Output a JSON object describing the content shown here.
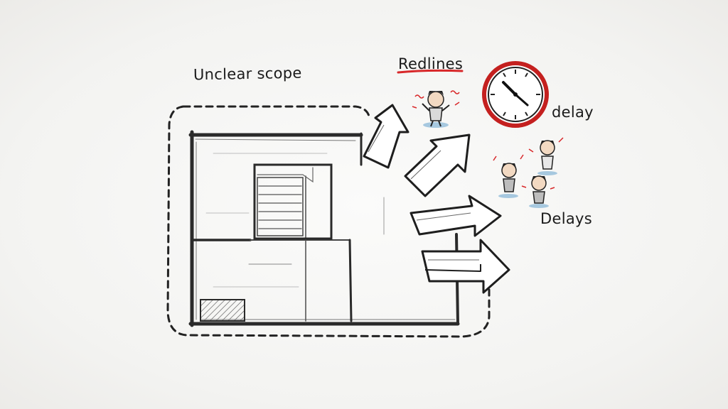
{
  "labels": {
    "unclear_scope": "Unclear scope",
    "redlines": "Redlines",
    "delay": "delay",
    "delays": "Delays"
  },
  "colors": {
    "ink": "#1b1b1b",
    "pencil": "#3a3a3a",
    "red_accent": "#d8282a",
    "paper": "#f5f5f3"
  },
  "icons": [
    "floor-plan-sketch",
    "scope-boundary",
    "arrows",
    "stressed-person",
    "clock",
    "stressed-people-group"
  ]
}
